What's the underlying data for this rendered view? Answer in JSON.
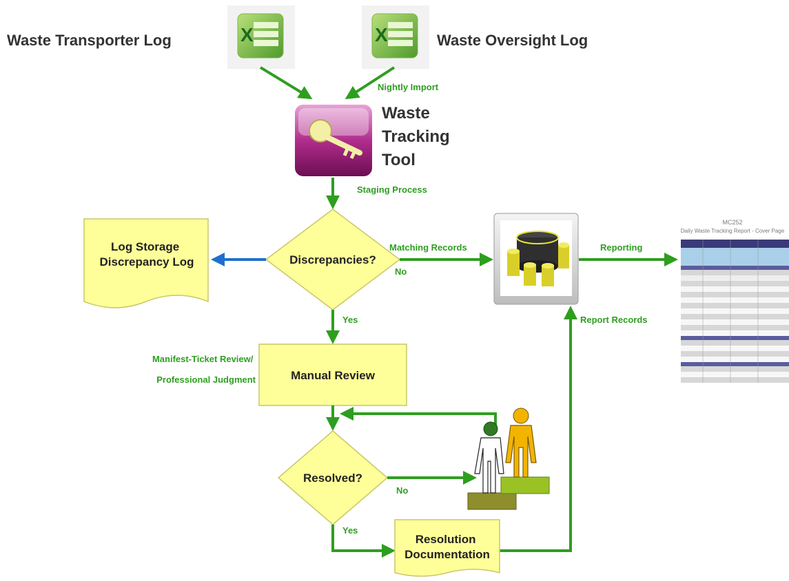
{
  "labels": {
    "transporter_log": "Waste Transporter Log",
    "oversight_log": "Waste Oversight Log",
    "nightly_import": "Nightly Import",
    "tool_title": [
      "Waste",
      "Tracking",
      "Tool"
    ],
    "staging_process": "Staging Process",
    "matching_records": "Matching Records",
    "no_1": "No",
    "reporting": "Reporting",
    "report_records": "Report Records",
    "yes_1": "Yes",
    "manual_review_note": [
      "Manifest-Ticket Review/",
      "Professional Judgment"
    ],
    "no_2": "No",
    "yes_2": "Yes"
  },
  "nodes": {
    "log_storage": [
      "Log Storage",
      "Discrepancy Log"
    ],
    "discrepancies": "Discrepancies?",
    "manual_review": "Manual Review",
    "resolved": "Resolved?",
    "resolution_doc": [
      "Resolution",
      "Documentation"
    ]
  },
  "report_thumbnail": {
    "title": "MC252",
    "subtitle": "Daily Waste Tracking Report - Cover Page"
  },
  "icons": {
    "excel_1": "excel-icon",
    "excel_2": "excel-icon",
    "access": "access-key-icon",
    "database": "database-server-icon",
    "people": "people-icon"
  },
  "colors": {
    "flow_green": "#2e9e1f",
    "flow_blue": "#1f6fd0",
    "shape_fill": "#ffff99",
    "shape_stroke": "#c7c76a",
    "label_green": "#2e9e1f"
  }
}
